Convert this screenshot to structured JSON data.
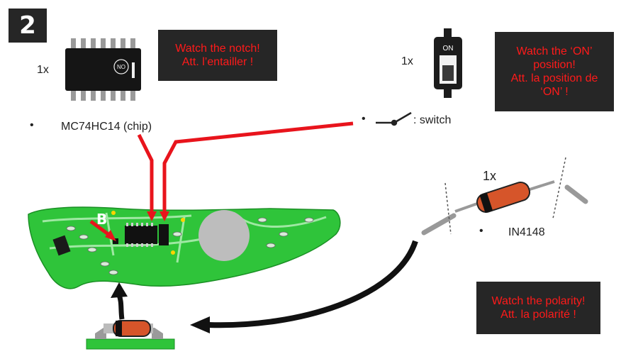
{
  "step_number": "2",
  "notes": {
    "chip": [
      "Watch the notch!",
      "Att. l’entailler !"
    ],
    "switch": [
      "Watch the ‘ON’",
      "position!",
      "Att. la position de",
      "‘ON’ !"
    ],
    "diode": [
      "Watch the polarity!",
      "Att. la polarité !"
    ]
  },
  "chip": {
    "quantity": "1x",
    "bullet": "•",
    "name": "MC74HC14 (chip)",
    "marking": "NO"
  },
  "switch": {
    "quantity": "1x",
    "bullet": "•",
    "label": ": switch",
    "marking": "ON"
  },
  "diode": {
    "quantity": "1x",
    "bullet": "•",
    "name": "IN4148"
  },
  "pcb": {
    "letter": "B"
  },
  "colors": {
    "note_bg": "#262626",
    "note_text": "#ff1a1a",
    "pcb_green": "#2fc43a",
    "arrow_red": "#e8141c",
    "diode_body": "#d6552a"
  }
}
